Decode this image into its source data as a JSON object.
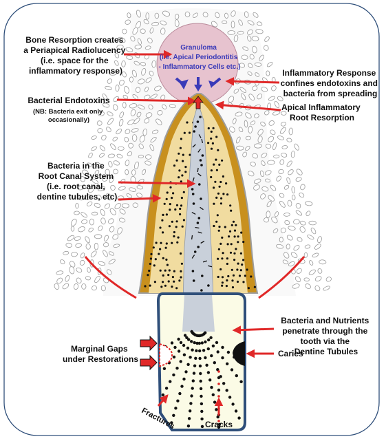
{
  "colors": {
    "frame": "#2f4f7a",
    "bone_cell": "#9a9a9a",
    "granuloma": "#e7c3cf",
    "dentine": "#f1dca0",
    "cementum": "#c8901e",
    "canal": "#c9d0da",
    "crown": "#fbfbe6",
    "crown_border": "#2f4f7a",
    "arrow": "#e02828",
    "blue_label": "#3a3ab8",
    "caries": "#111111"
  },
  "labels": {
    "bone_resorption": [
      "Bone Resorption creates",
      "a Periapical Radiolucency",
      "(i.e. space for the",
      "inflammatory response)"
    ],
    "granuloma": [
      "Granuloma",
      "(i.e. Apical Periodontitis",
      "- Inflammatory Cells etc.)"
    ],
    "inflammatory_response": [
      "Inflammatory Response",
      "confines endotoxins and",
      "bacteria from spreading"
    ],
    "bacterial_endotoxins": "Bacterial Endotoxins",
    "bacteria_exit_note": [
      "(NB: Bacteria exit only",
      "occasionally)"
    ],
    "apical_resorption": [
      "Apical Inflammatory",
      "Root Resorption"
    ],
    "bacteria_root_canal": [
      "Bacteria in the",
      "Root Canal System",
      "(i.e. root canal,",
      "dentine tubules, etc)"
    ],
    "bacteria_nutrients": [
      "Bacteria and Nutrients",
      "penetrate through the",
      "tooth via the",
      "Dentine Tubules"
    ],
    "marginal_gaps": [
      "Marginal Gaps",
      "under Restorations"
    ],
    "caries": "Caries",
    "fractures": "Fractures",
    "cracks": "Cracks"
  },
  "icons": {
    "red_arrow": "arrow-icon",
    "blue_arrow": "arrow-icon"
  }
}
